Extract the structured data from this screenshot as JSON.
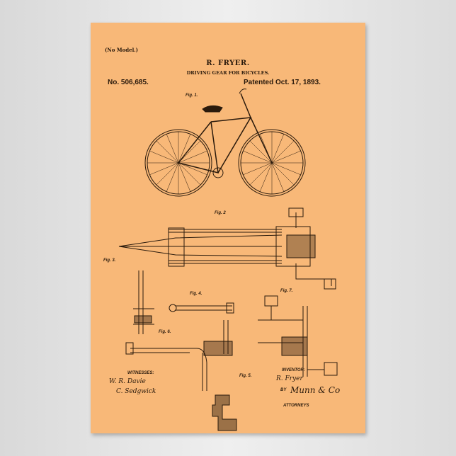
{
  "poster": {
    "paper_color": "#f8b878",
    "ink_color": "#2a1a0c",
    "no_model": "(No Model.)",
    "inventor_name": "R. FRYER.",
    "title": "DRIVING GEAR FOR BICYCLES.",
    "patent_number": "No. 506,685.",
    "patent_date": "Patented Oct. 17, 1893.",
    "figures": [
      "Fig. 1.",
      "Fig. 2",
      "Fig. 3.",
      "Fig. 4.",
      "Fig. 5.",
      "Fig. 6.",
      "Fig. 7."
    ],
    "witnesses_label": "WITNESSES:",
    "witness_signatures": [
      "W. R. Davie",
      "C. Sedgwick"
    ],
    "inventor_label": "INVENTOR:",
    "inventor_signature": "R. Fryer",
    "by_label": "BY",
    "attorney_signature": "Munn & Co",
    "attorneys_label": "ATTORNEYS"
  }
}
